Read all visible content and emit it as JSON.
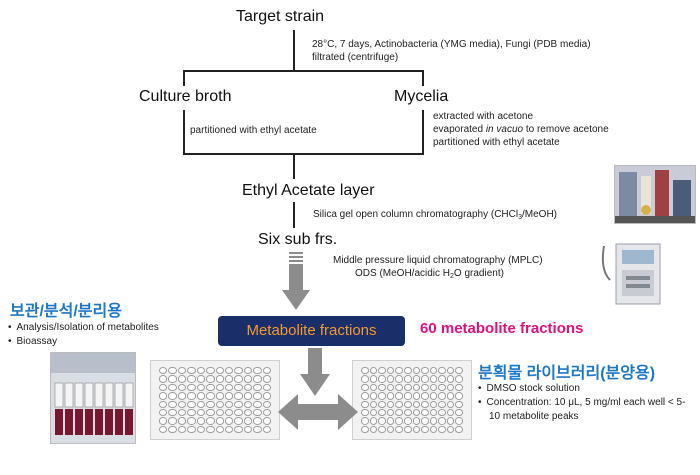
{
  "nodes": {
    "target_strain": "Target strain",
    "culture_broth": "Culture broth",
    "mycelia": "Mycelia",
    "ethyl_acetate_layer": "Ethyl Acetate layer",
    "six_sub_frs": "Six sub frs.",
    "metabolite_fractions": "Metabolite fractions",
    "sixty_fractions": "60 metabolite fractions"
  },
  "steps": {
    "culture_line1": "28°C, 7 days, Actinobacteria (YMG media), Fungi (PDB media)",
    "culture_line2": "filtrated (centrifuge)",
    "broth_partition": "partitioned with ethyl acetate",
    "mycelia_line1": "extracted with acetone",
    "mycelia_line2_pre": "evaporated ",
    "mycelia_line2_italic": "in vacuo",
    "mycelia_line2_post": " to remove acetone",
    "mycelia_line3": "partitioned with ethyl acetate",
    "silica_pre": "Silica gel open column chromatography (CHCl",
    "silica_sub": "3",
    "silica_post": "/MeOH)",
    "mplc_line1": "Middle pressure liquid chromatography (MPLC)",
    "mplc_line2_pre": "ODS  (MeOH/acidic H",
    "mplc_line2_sub": "2",
    "mplc_line2_post": "O gradient)"
  },
  "storage": {
    "title": "보관/분석/분리용",
    "items": [
      "Analysis/Isolation of metabolites",
      "Bioassay"
    ]
  },
  "library": {
    "title": "분획물 라이브러리(분양용)",
    "items": [
      "DMSO stock solution",
      "Concentration: 10 μL, 5 mg/ml each well < 5-10 metabolite peaks"
    ]
  },
  "colors": {
    "storage_title": "#1e78c8",
    "metabolite_box_bg": "#1a2f6a",
    "metabolite_box_text": "#f29a2e",
    "sixty_text": "#e0117f",
    "arrow_gray": "#8c8c8c"
  },
  "icons": [
    "photo-lab-equipment",
    "photo-mplc-instrument",
    "photo-vial-rack",
    "well-plate-left",
    "well-plate-right",
    "down-arrow",
    "double-arrow"
  ]
}
